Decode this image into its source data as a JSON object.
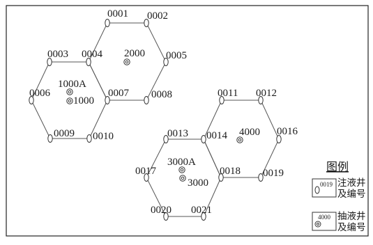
{
  "injection_wells": [
    "0001",
    "0002",
    "0003",
    "0004",
    "0005",
    "0006",
    "0007",
    "0008",
    "0009",
    "0010",
    "0011",
    "0012",
    "0013",
    "0014",
    "0016",
    "0017",
    "0018",
    "0019",
    "0020",
    "0021"
  ],
  "production_wells": [
    "2000",
    "1000A",
    "1000",
    "4000",
    "3000A",
    "3000"
  ],
  "legend": {
    "title": "图例",
    "injection": {
      "code": "0019",
      "line1": "注液井",
      "line2": "及编号"
    },
    "extraction": {
      "code": "4000",
      "line1": "抽液井",
      "line2": "及编号"
    }
  }
}
